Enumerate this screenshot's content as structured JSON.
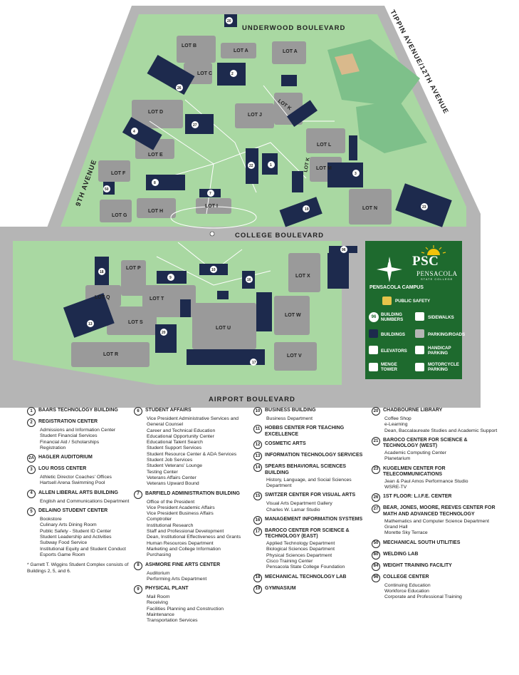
{
  "streets": {
    "north": "UNDERWOOD BOULEVARD",
    "east": "TIPPIN AVENUE/12TH AVENUE",
    "west": "9TH AVENUE",
    "middle": "COLLEGE BOULEVARD",
    "south": "AIRPORT BOULEVARD"
  },
  "lots": [
    "LOT A",
    "LOT A",
    "LOT B",
    "LOT C",
    "LOT D",
    "LOT E",
    "LOT F",
    "LOT G",
    "LOT H",
    "LOT I",
    "LOT J",
    "LOT K",
    "LOT K",
    "LOT L",
    "LOT M",
    "LOT N",
    "LOT P",
    "LOT Q",
    "LOT R",
    "LOT S",
    "LOT T",
    "LOT U",
    "LOT V",
    "LOT W",
    "LOT X"
  ],
  "legend": {
    "logo": "PSC",
    "logo_line": "PENSACOLA",
    "logo_sub": "STATE COLLEGE",
    "campus_title": "PENSACOLA CAMPUS",
    "items": {
      "public_safety": "PUBLIC SAFETY",
      "sidewalks": "SIDEWALKS",
      "building_numbers": "BUILDING NUMBERS",
      "buildings": "BUILDINGS",
      "parking_roads": "PARKING/ROADS",
      "handicap": "HANDICAP PARKING",
      "elevators": "ELEVATORS",
      "menge": "MENGE TOWER",
      "motorcycle": "MOTORCYCLE PARKING",
      "sample_number": "96"
    },
    "colors": {
      "panel": "#1e6a2e",
      "building": "#1d2a4d",
      "grass": "#a8d6a0",
      "road": "#b0b0b0",
      "field": "#7ec08a"
    }
  },
  "directory": {
    "col1": [
      {
        "num": "1",
        "name": "BAARS TECHNOLOGY BUILDING",
        "subs": []
      },
      {
        "num": "2",
        "name": "REGISTRATION CENTER",
        "subs": [
          "Admissions and Information Center",
          "Student Financial Services",
          "Financial Aid / Scholarships",
          "Registration"
        ]
      },
      {
        "num": "2A",
        "name": "HAGLER AUDITORIUM",
        "subs": []
      },
      {
        "num": "3",
        "name": "LOU ROSS CENTER",
        "subs": [
          "Athletic Director Coaches' Offices",
          "Hartsell Arena Swimming Pool"
        ]
      },
      {
        "num": "4",
        "name": "ALLEN LIBERAL ARTS BUILDING",
        "subs": [
          "English and Communications Department"
        ]
      },
      {
        "num": "5",
        "name": "DELAINO STUDENT CENTER",
        "subs": [
          "Bookstore",
          "Culinary Arts Dining Room",
          "Public Safety - Student ID Center",
          "Student Leadership and Activities",
          "Subway Food Service",
          "Institutional Equity and Student Conduct",
          "Esports Game Room"
        ]
      }
    ],
    "col2": [
      {
        "num": "6",
        "name": "STUDENT AFFAIRS",
        "subs": [
          "Vice President Administrative Services and General Counsel",
          "Career and Technical Education",
          "Educational Opportunity Center",
          "Educational Talent Search",
          "Student Support Services",
          "Student Resource Center & ADA Services",
          "Student Job Services",
          "Student Veterans' Lounge",
          "Testing Center",
          "Veterans Affairs Center",
          "Veterans Upward Bound"
        ]
      },
      {
        "num": "7",
        "name": "BARFIELD ADMINISTRATION BUILDING",
        "subs": [
          "Office of the President",
          "Vice President Academic Affairs",
          "Vice President Business Affairs",
          "Comptroller",
          "Institutional Research",
          "Staff and Professional Development",
          "Dean, Institutional Effectiveness and Grants",
          "Human Resources Department",
          "Marketing and College Information",
          "Purchasing"
        ]
      },
      {
        "num": "8",
        "name": "ASHMORE FINE ARTS CENTER",
        "subs": [
          "Auditorium",
          "Performing Arts Department"
        ]
      },
      {
        "num": "9",
        "name": "PHYSICAL PLANT",
        "subs": [
          "Mail Room",
          "Receiving",
          "Facilities Planning and Construction",
          "Maintenance",
          "Transportation Services"
        ]
      }
    ],
    "col3": [
      {
        "num": "10",
        "name": "BUSINESS BUILDING",
        "subs": [
          "Business Department"
        ]
      },
      {
        "num": "11",
        "name": "HOBBS CENTER FOR TEACHING EXCELLENCE",
        "subs": []
      },
      {
        "num": "12",
        "name": "COSMETIC ARTS",
        "subs": []
      },
      {
        "num": "13",
        "name": "INFORMATION TECHNOLOGY SERVICES",
        "subs": []
      },
      {
        "num": "14",
        "name": "SPEARS BEHAVIORAL SCIENCES BUILDING",
        "subs": [
          "History, Language, and Social Sciences Department"
        ]
      },
      {
        "num": "15",
        "name": "SWITZER CENTER FOR VISUAL ARTS",
        "subs": [
          "Visual Arts Department Gallery",
          "Charles W. Lamar Studio"
        ]
      },
      {
        "num": "16",
        "name": "MANAGEMENT INFORMATION SYSTEMS",
        "subs": []
      },
      {
        "num": "17",
        "name": "BAROCO CENTER FOR SCIENCE & TECHNOLOGY (EAST)",
        "subs": [
          "Applied Technology Department",
          "Biological Sciences Department",
          "Physical Sciences Department",
          "Cisco Training Center",
          "Pensacola State College Foundation"
        ]
      },
      {
        "num": "18",
        "name": "MECHANICAL TECHNOLOGY LAB",
        "subs": []
      },
      {
        "num": "19",
        "name": "GYMNASIUM",
        "subs": []
      }
    ],
    "col4": [
      {
        "num": "20",
        "name": "CHADBOURNE LIBRARY",
        "subs": [
          "Coffee Shop",
          "e-Learning",
          "Dean, Baccalaureate Studies and Academic Support"
        ]
      },
      {
        "num": "21",
        "name": "BAROCO CENTER FOR SCIENCE & TECHNOLOGY (WEST)",
        "subs": [
          "Academic Computing Center",
          "Planetarium"
        ]
      },
      {
        "num": "23",
        "name": "KUGELMEN CENTER FOR TELECOMMUNICATIONS",
        "subs": [
          "Jean & Paul Amos Performance Studio",
          "WSRE-TV"
        ]
      },
      {
        "num": "26",
        "name": "1ST FLOOR: L.I.F.E. CENTER",
        "subs": []
      },
      {
        "num": "27",
        "name": "BEAR, JONES, MOORE, REEVES CENTER FOR MATH AND ADVANCED TECHNOLOGY",
        "subs": [
          "Mathematics and Computer Science Department",
          "Grand Hall",
          "Morette Sky Terrace"
        ]
      },
      {
        "num": "50",
        "name": "MECHANICAL SOUTH UTILITIES",
        "subs": []
      },
      {
        "num": "80",
        "name": "WELDING LAB",
        "subs": []
      },
      {
        "num": "84",
        "name": "WEIGHT TRAINING FACILITY",
        "subs": []
      },
      {
        "num": "96",
        "name": "COLLEGE CENTER",
        "subs": [
          "Continuing Education",
          "Workforce Education",
          "Corporate and Professional Training"
        ]
      }
    ],
    "footnote": "* Garrett T. Wiggins Student Complex consists of Buildings 2, 5, and 6."
  }
}
